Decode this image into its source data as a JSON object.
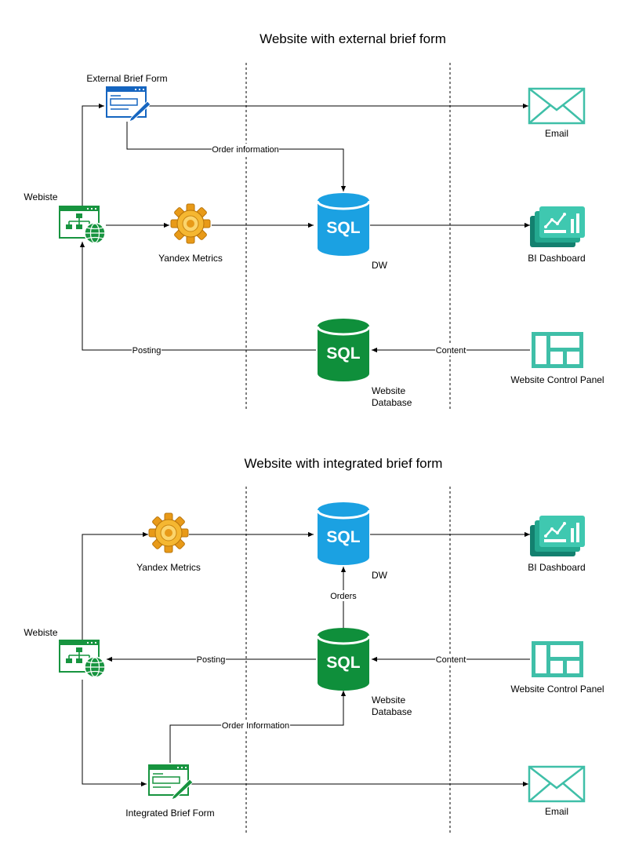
{
  "diagram1": {
    "title": "Website with external brief form",
    "nodes": {
      "external_form": "External Brief Form",
      "website": "Webiste",
      "yandex": "Yandex Metrics",
      "dw": "DW",
      "db_line1": "Website",
      "db_line2": "Database",
      "email": "Email",
      "bi": "BI Dashboard",
      "panel": "Website Control Panel"
    },
    "edges": {
      "order_info": "Order information",
      "posting": "Posting",
      "content": "Content"
    }
  },
  "diagram2": {
    "title": "Website with integrated brief form",
    "nodes": {
      "yandex": "Yandex Metrics",
      "dw": "DW",
      "bi": "BI Dashboard",
      "website": "Webiste",
      "db_line1": "Website",
      "db_line2": "Database",
      "panel": "Website Control Panel",
      "integrated_form": "Integrated Brief Form",
      "email": "Email"
    },
    "edges": {
      "orders": "Orders",
      "posting": "Posting",
      "content": "Content",
      "order_info": "Order Information"
    }
  },
  "icons": {
    "sql_text": "SQL",
    "dw_color": "#1BA1E2",
    "db_color": "#0F8F3B",
    "website_color": "#17943F",
    "form_color": "#1565C0",
    "teal": "#3FBFA8"
  }
}
